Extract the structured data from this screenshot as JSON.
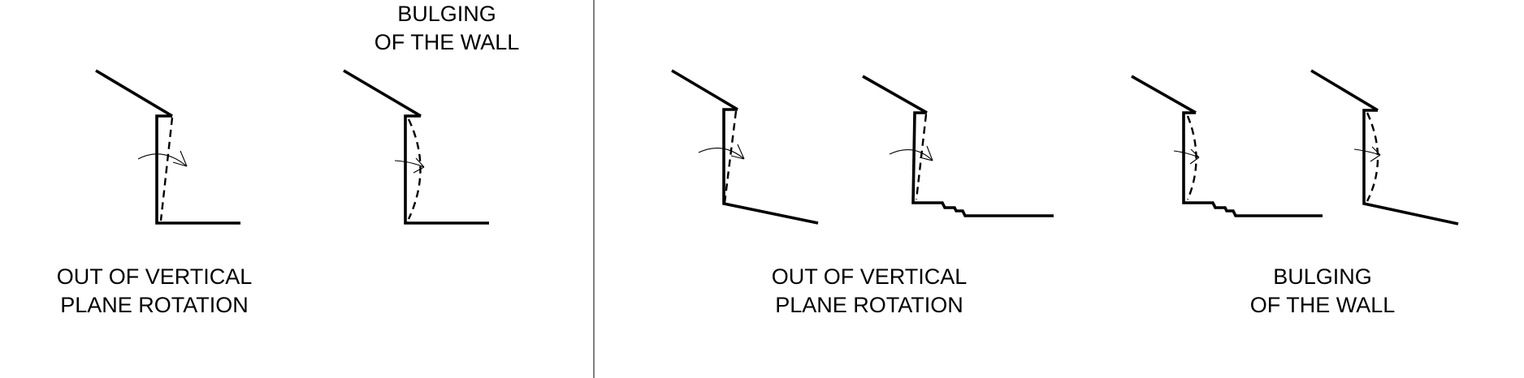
{
  "captions": {
    "left_rotation": [
      "OUT OF VERTICAL",
      "PLANE ROTATION"
    ],
    "left_bulging": [
      "BULGING",
      "OF THE WALL"
    ],
    "right_rotation": [
      "OUT OF VERTICAL",
      "PLANE ROTATION"
    ],
    "right_bulging": [
      "BULGING",
      "OF THE WALL"
    ]
  },
  "colors": {
    "stroke": "#000000",
    "background": "#ffffff"
  }
}
